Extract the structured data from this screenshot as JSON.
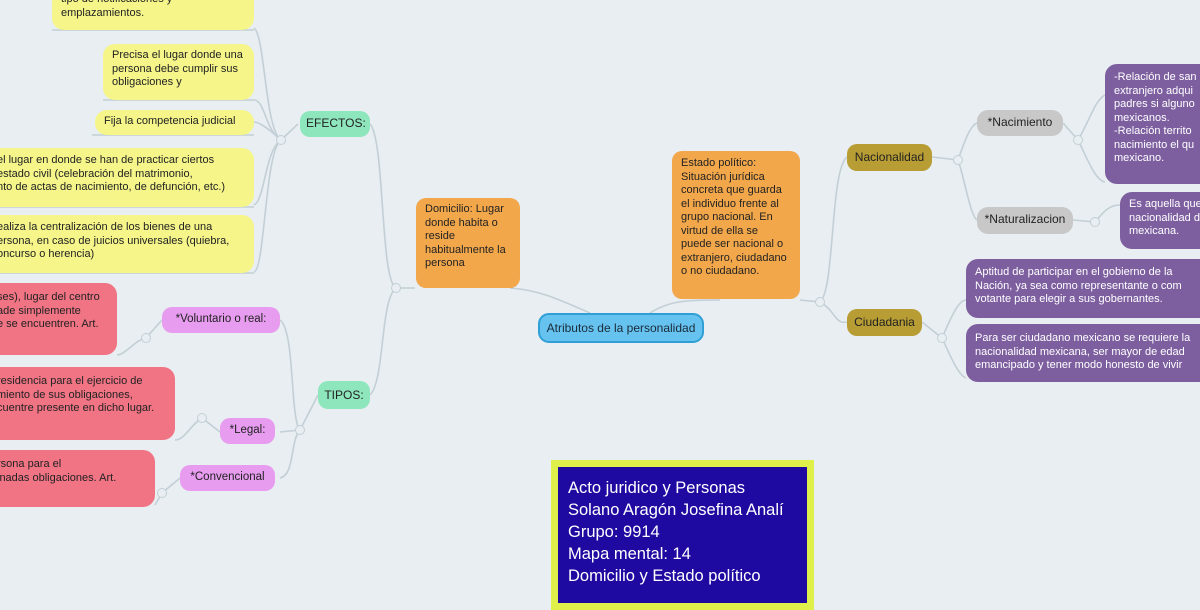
{
  "central": "Atributos de la personalidad",
  "title_box": [
    "Acto juridico y Personas",
    "Solano Aragón Josefina Analí",
    "Grupo: 9914",
    "Mapa mental: 14",
    "Domicilio y Estado político"
  ],
  "left": {
    "domicilio": "Domicilio: Lugar donde habita o reside habitualmente la persona",
    "efectos": {
      "label": "EFECTOS:",
      "items": [
        "tipo de notificaciones y\nemplazamientos.",
        "Precisa el lugar donde una persona debe cumplir sus obligaciones y",
        "Fija la competencia judicial",
        "el lugar en donde se han de practicar ciertos\nestado civil (celebración del matrimonio,\nnto de actas de nacimiento, de defunción, etc.)",
        "ealiza la centralización de los bienes de una\nersona, en caso de juicios universales (quiebra,\noncurso o herencia)"
      ]
    },
    "tipos": {
      "label": "TIPOS:",
      "voluntario": {
        "label": "*Voluntario o real:",
        "text": "ses), lugar del centro\nade simplemente\ne se encuentren. Art."
      },
      "legal": {
        "label": "*Legal:",
        "text": "residencia para el ejercicio de\nmiento de sus obligaciones,\ncuentre presente en dicho lugar."
      },
      "convencional": {
        "label": "*Convencional",
        "text": "rsona para el\ninadas obligaciones. Art."
      }
    }
  },
  "right": {
    "estado_politico": "Estado político: Situación jurídica concreta que guarda el individuo frente al grupo nacional. En virtud de ella se puede ser nacional o extranjero, ciudadano o no ciudadano.",
    "nacionalidad": {
      "label": "Nacionalidad",
      "nacimiento": {
        "label": "*Nacimiento",
        "text": "-Relación de san\nextranjero adqui\npadres si alguno\nmexicanos.\n-Relación territo\nnacimiento el qu\nmexicano."
      },
      "naturalizacion": {
        "label": "*Naturalizacion",
        "text": "Es aquella que\nnacionalidad d\nmexicana."
      }
    },
    "ciudadania": {
      "label": "Ciudadania",
      "items": [
        "Aptitud de participar en el gobierno de la\nNación, ya sea como representante o com\nvotante para elegir a sus gobernantes.",
        "Para ser ciudadano mexicano se requiere la\nnacionalidad mexicana, ser mayor de edad\nemancipado y tener modo honesto de vivir"
      ]
    }
  },
  "colors": {
    "background": "#e8eef1",
    "central": "#66c3ef",
    "yellow": "#f5f58a",
    "green": "#8ee6bd",
    "orange": "#f2a74b",
    "pink": "#f07484",
    "violet": "#e89cf0",
    "olive": "#b79d33",
    "gray": "#c8c8c8",
    "purple": "#7d5fa0",
    "title_border": "#dff04a",
    "title_fill": "#1e0aa0",
    "connector": "#c3cfd6"
  }
}
